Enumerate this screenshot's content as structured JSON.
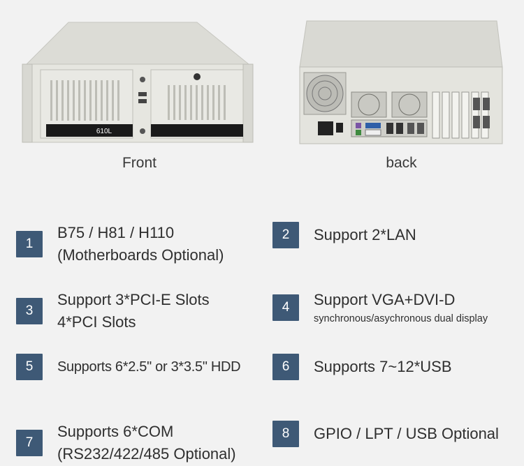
{
  "images": {
    "front": {
      "caption": "Front",
      "model_label": "610L"
    },
    "back": {
      "caption": "back"
    }
  },
  "features": [
    {
      "number": "1",
      "lines": [
        "B75 / H81 / H110",
        "(Motherboards Optional)"
      ]
    },
    {
      "number": "2",
      "lines": [
        "Support 2*LAN"
      ]
    },
    {
      "number": "3",
      "lines": [
        "Support 3*PCI-E Slots",
        "4*PCI Slots"
      ]
    },
    {
      "number": "4",
      "lines": [
        "Support VGA+DVI-D",
        "synchronous/asychronous dual display"
      ]
    },
    {
      "number": "5",
      "lines": [
        "Supports 6*2.5\" or 3*3.5\" HDD"
      ]
    },
    {
      "number": "6",
      "lines": [
        "Supports 7~12*USB"
      ]
    },
    {
      "number": "7",
      "lines": [
        "Supports 6*COM",
        "(RS232/422/485 Optional)"
      ]
    },
    {
      "number": "8",
      "lines": [
        "GPIO / LPT / USB Optional"
      ]
    }
  ],
  "colors": {
    "badge": "#3e5976",
    "background": "#f2f2f2"
  }
}
